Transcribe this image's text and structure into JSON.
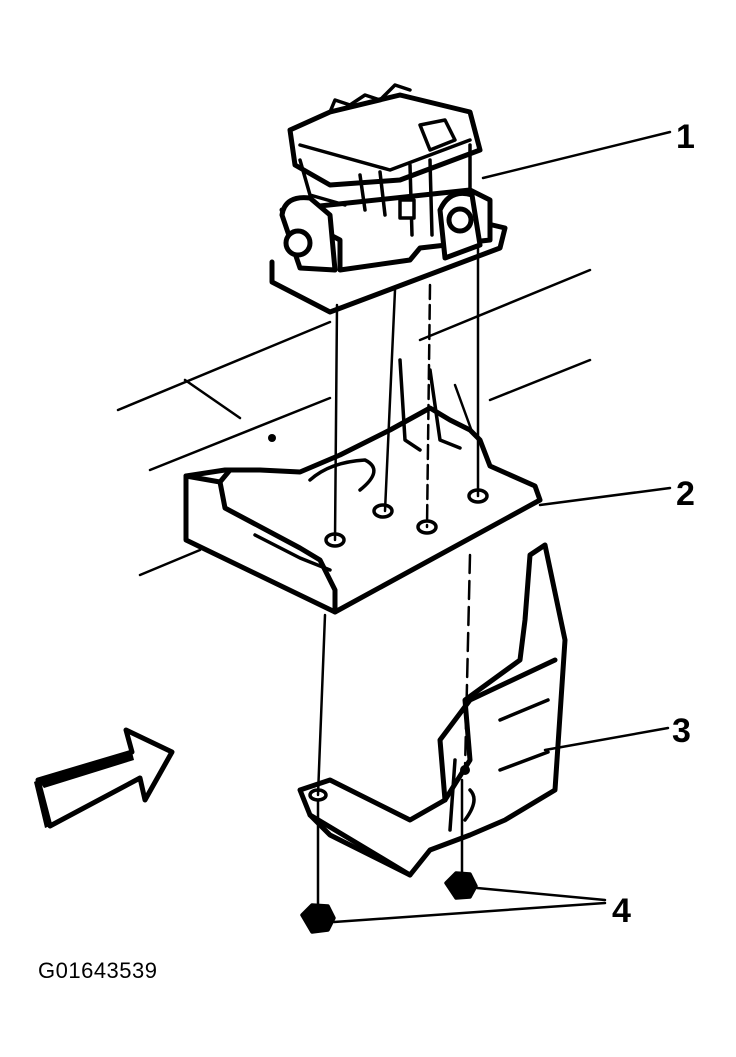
{
  "callouts": [
    {
      "id": "1",
      "label": "1"
    },
    {
      "id": "2",
      "label": "2"
    },
    {
      "id": "3",
      "label": "3"
    },
    {
      "id": "4",
      "label": "4"
    }
  ],
  "figure_id": "G01643539"
}
